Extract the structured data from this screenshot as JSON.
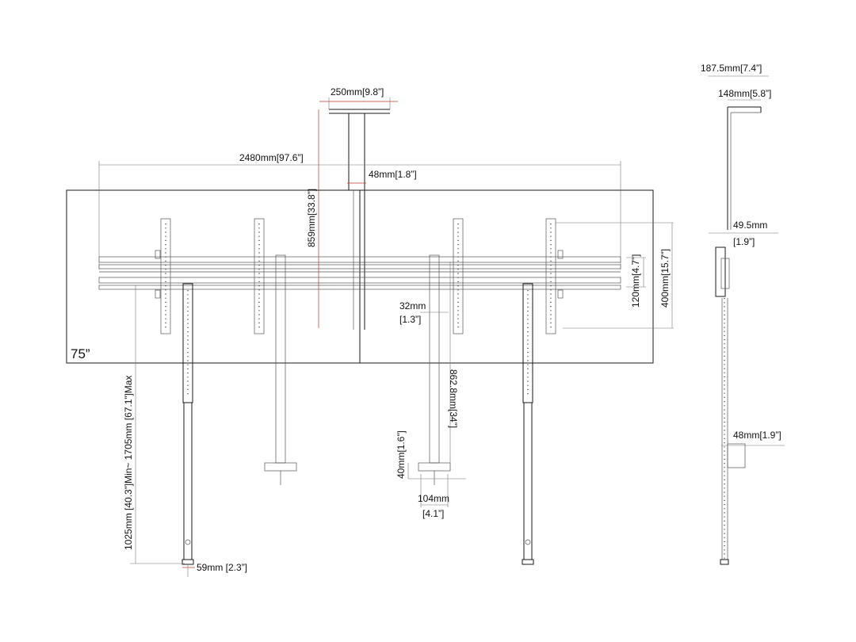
{
  "screen_size": "75”",
  "dimensions": {
    "total_width": "2480mm[97.6”]",
    "ceiling_plate_width": "250mm[9.8”]",
    "center_gap": "48mm[1.8”]",
    "ceiling_drop": "859mm[33.8”]",
    "rail_spacing": "120mm[4.7”]",
    "vesa_height": "400mm[15.7”]",
    "pole_width_mm": "32mm",
    "pole_width_in": "[1.3”]",
    "pole_length": "862.8mm[34”]",
    "clamp_height": "40mm[1.6”]",
    "clamp_width_mm": "104mm",
    "clamp_width_in": "[4.1”]",
    "floor_range": "1025mm [40.3”]Min~ 1705mm [67.1”]Max",
    "foot_width": "59mm [2.3”]",
    "side_depth_total": "187.5mm[7.4”]",
    "side_depth_inner": "148mm[5.8”]",
    "side_offset_mm": "49.5mm",
    "side_offset_in": "[1.9”]",
    "side_leg_depth": "48mm[1.9”]"
  }
}
